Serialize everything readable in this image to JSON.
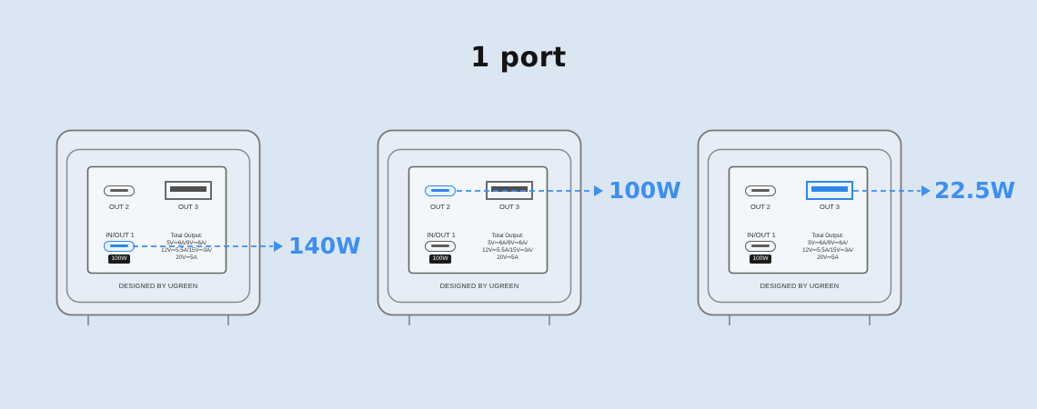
{
  "title": "1 port",
  "devices": [
    {
      "port_labels": {
        "out2": "OUT 2",
        "out3": "OUT 3",
        "inout1": "IN/OUT 1"
      },
      "badge": "100W",
      "spec": {
        "line1": "Total Output:",
        "line2": "5V⎓6A/9V⎓6A/",
        "line3": "12V⎓5.5A/15V⎓3A/",
        "line4": "20V⎓5A"
      },
      "brand": "DESIGNED BY UGREEN",
      "active_port": "IN/OUT 1",
      "output": "140W"
    },
    {
      "port_labels": {
        "out2": "OUT 2",
        "out3": "OUT 3",
        "inout1": "IN/OUT 1"
      },
      "badge": "100W",
      "spec": {
        "line1": "Total Output:",
        "line2": "5V⎓6A/9V⎓6A/",
        "line3": "12V⎓5.5A/15V⎓3A/",
        "line4": "20V⎓5A"
      },
      "brand": "DESIGNED BY UGREEN",
      "active_port": "OUT 2",
      "output": "100W"
    },
    {
      "port_labels": {
        "out2": "OUT 2",
        "out3": "OUT 3",
        "inout1": "IN/OUT 1"
      },
      "badge": "100W",
      "spec": {
        "line1": "Total Output:",
        "line2": "5V⎓6A/9V⎓6A/",
        "line3": "12V⎓5.5A/15V⎓3A/",
        "line4": "20V⎓5A"
      },
      "brand": "DESIGNED BY UGREEN",
      "active_port": "OUT 3",
      "output": "22.5W"
    }
  ],
  "colors": {
    "accent": "#3d8ff0",
    "background": "#dbe6f3"
  }
}
